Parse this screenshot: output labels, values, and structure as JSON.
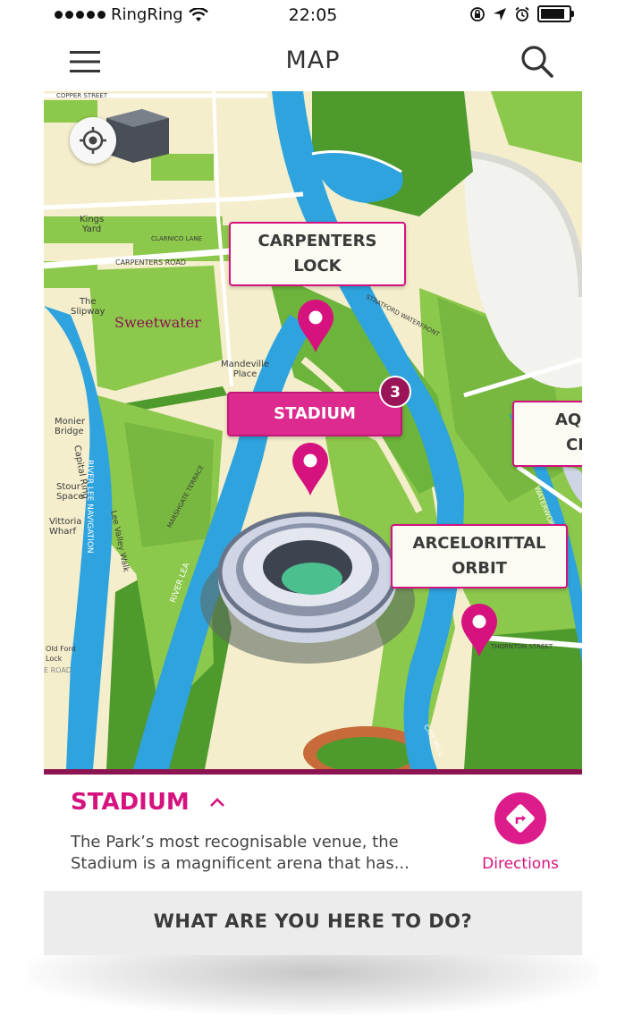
{
  "status_bar": {
    "carrier": "RingRing",
    "time": "22:05"
  },
  "header": {
    "title": "MAP"
  },
  "map": {
    "street_labels": [
      "COPPER STREET",
      "CLARNICO LANE",
      "CARPENTERS ROAD",
      "STRATFORD WATERFRONT",
      "MARSHGATE TERRACE",
      "THORNTON STREET"
    ],
    "place_labels": {
      "kings_yard": "Kings\nYard",
      "the_slipway": "The\nSlipway",
      "sweetwater": "Sweetwater",
      "mandeville_place": "Mandeville\nPlace",
      "monier_bridge": "Monier\nBridge",
      "capital_ring": "Capital Ring",
      "stour_space": "Stour\nSpace",
      "vittoria_wharf": "Vittoria\nWharf",
      "old_ford_lock": "Old Ford\nLock",
      "road_fragment": "E ROAD",
      "river_lee_navigation": "RIVER LEE NAVIGATION",
      "lee_valley_walk": "Lee Valley Walk",
      "river_lea": "RIVER LEA",
      "waterworks_river": "WATERWORKS RIV",
      "city_mill": "CITY MILL"
    },
    "callouts": {
      "carpenters_lock": [
        "CARPENTERS",
        "LOCK"
      ],
      "stadium": "STADIUM",
      "stadium_badge": "3",
      "aquatics": [
        "AQ",
        "CI"
      ],
      "arcelor": [
        "ARCELORITTAL",
        "ORBIT"
      ]
    }
  },
  "info_panel": {
    "title": "STADIUM",
    "description": "The Park’s most recognisable venue, the Stadium is a magnificent arena that has...",
    "directions_label": "Directions"
  },
  "bottom_bar": {
    "label": "WHAT ARE YOU HERE TO DO?"
  },
  "colors": {
    "accent": "#d6127f",
    "accent_dark": "#8c1450",
    "map_bg": "#f4eecc",
    "grass": "#8cc84b",
    "grass_dark": "#4e9a2c",
    "water": "#2ea3de"
  }
}
